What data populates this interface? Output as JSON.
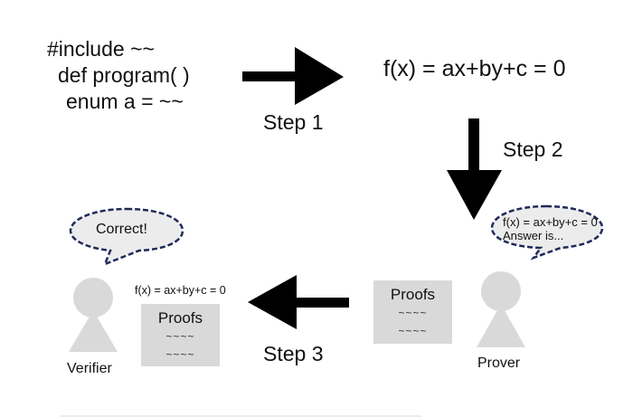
{
  "source_code": {
    "lines": [
      "#include ~~",
      "def program( )",
      "enum a = ~~"
    ]
  },
  "equation": "f(x) = ax+by+c = 0",
  "steps": {
    "step1": "Step 1",
    "step2": "Step 2",
    "step3": "Step 3"
  },
  "prover": {
    "label": "Prover",
    "bubble_line1": "f(x) = ax+by+c = 0",
    "bubble_line2": "Answer is...",
    "proofs_title": "Proofs",
    "proofs_line1": "~~~~",
    "proofs_line2": "~~~~"
  },
  "verifier": {
    "label": "Verifier",
    "bubble_text": "Correct!",
    "equation": "f(x) = ax+by+c = 0",
    "proofs_title": "Proofs",
    "proofs_line1": "~~~~",
    "proofs_line2": "~~~~"
  },
  "colors": {
    "arrow": "#000000",
    "person": "#d9d9d9",
    "proofs_box": "#d9d9d9",
    "bubble_fill": "#ececec",
    "bubble_border": "#1f2a5a"
  }
}
